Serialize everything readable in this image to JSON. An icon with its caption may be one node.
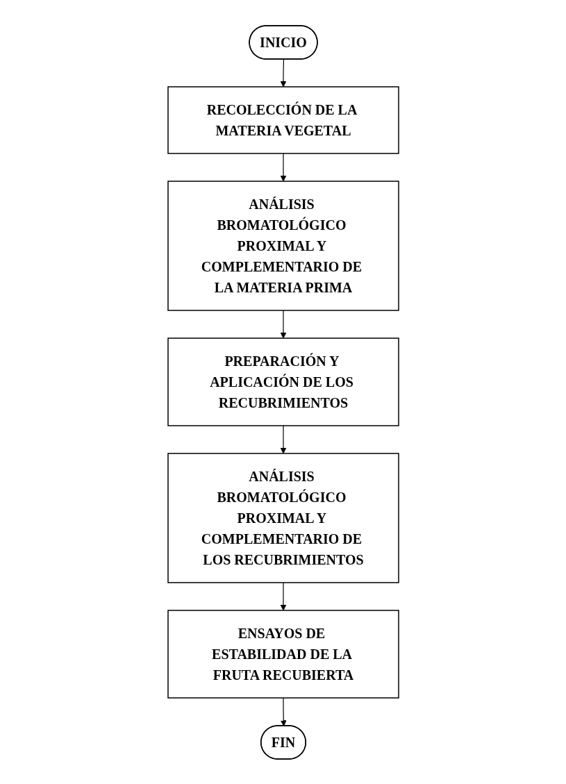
{
  "diagram": {
    "nodes": [
      {
        "text": [
          "INICIO"
        ]
      },
      {
        "text": [
          "RECOLECCIÓN DE LA MATERIA VEGETAL"
        ]
      },
      {
        "text": [
          "ANÁLISIS BROMATOLÓGICO PROXIMAL Y COMPLEMENTARIO DE LA MATERIA PRIMA"
        ]
      },
      {
        "text": [
          "PREPARACIÓN Y APLICACIÓN DE LOS RECUBRIMIENTOS"
        ]
      },
      {
        "text": [
          "ANÁLISIS BROMATOLÓGICO PROXIMAL Y COMPLEMENTARIO DE LOS RECUBRIMIENTOS"
        ]
      },
      {
        "text": [
          "ENSAYOS DE ESTABILIDAD DE LA FRUTA RECUBIERTA"
        ]
      },
      {
        "text": [
          "FIN"
        ]
      }
    ],
    "edges": [
      {
        "from": 0,
        "to": 1,
        "arrow": "to"
      },
      {
        "from": 1,
        "to": 2,
        "arrow": "to"
      },
      {
        "from": 2,
        "to": 3,
        "arrow": "to"
      },
      {
        "from": 3,
        "to": 4,
        "arrow": "to"
      },
      {
        "from": 4,
        "to": 5,
        "arrow": "to"
      },
      {
        "from": 5,
        "to": 6,
        "arrow": "to"
      }
    ]
  }
}
